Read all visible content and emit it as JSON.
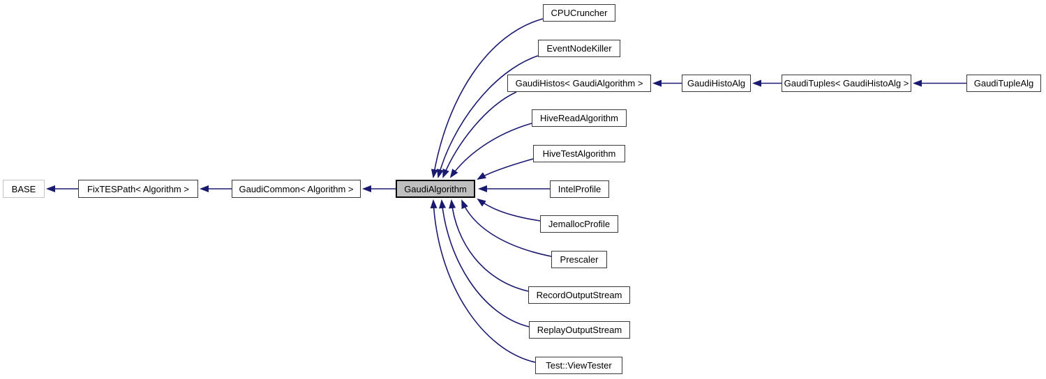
{
  "diagram": {
    "type": "class-inheritance-graph",
    "highlighted_node": "GaudiAlgorithm",
    "colors": {
      "edge": "#191970",
      "node_fill": "#ffffff",
      "node_border": "#383838",
      "highlight_fill": "#bfbfbf",
      "highlight_border": "#000000",
      "faded_border": "#c3c3c3",
      "background": "#ffffff"
    },
    "nodes": [
      {
        "id": "base",
        "label": "BASE"
      },
      {
        "id": "fixtespath",
        "label": "FixTESPath< Algorithm >"
      },
      {
        "id": "gaudicommon",
        "label": "GaudiCommon< Algorithm >"
      },
      {
        "id": "gaudialgorithm",
        "label": "GaudiAlgorithm"
      },
      {
        "id": "cpucruncher",
        "label": "CPUCruncher"
      },
      {
        "id": "eventnodekiller",
        "label": "EventNodeKiller"
      },
      {
        "id": "gaudihistos",
        "label": "GaudiHistos< GaudiAlgorithm >"
      },
      {
        "id": "gaudihistoalg",
        "label": "GaudiHistoAlg"
      },
      {
        "id": "gaudituples",
        "label": "GaudiTuples< GaudiHistoAlg >"
      },
      {
        "id": "gauditupealg",
        "label": "GaudiTupleAlg"
      },
      {
        "id": "hivereadalgorithm",
        "label": "HiveReadAlgorithm"
      },
      {
        "id": "hivetestalgorithm",
        "label": "HiveTestAlgorithm"
      },
      {
        "id": "intelprofile",
        "label": "IntelProfile"
      },
      {
        "id": "jemallocprofile",
        "label": "JemallocProfile"
      },
      {
        "id": "prescaler",
        "label": "Prescaler"
      },
      {
        "id": "recordoutputstream",
        "label": "RecordOutputStream"
      },
      {
        "id": "replayoutputstream",
        "label": "ReplayOutputStream"
      },
      {
        "id": "testviewtester",
        "label": "Test::ViewTester"
      }
    ],
    "edges": [
      {
        "from": "FixTESPath< Algorithm >",
        "to": "BASE"
      },
      {
        "from": "GaudiCommon< Algorithm >",
        "to": "FixTESPath< Algorithm >"
      },
      {
        "from": "GaudiAlgorithm",
        "to": "GaudiCommon< Algorithm >"
      },
      {
        "from": "CPUCruncher",
        "to": "GaudiAlgorithm"
      },
      {
        "from": "EventNodeKiller",
        "to": "GaudiAlgorithm"
      },
      {
        "from": "GaudiHistos< GaudiAlgorithm >",
        "to": "GaudiAlgorithm"
      },
      {
        "from": "GaudiHistoAlg",
        "to": "GaudiHistos< GaudiAlgorithm >"
      },
      {
        "from": "GaudiTuples< GaudiHistoAlg >",
        "to": "GaudiHistoAlg"
      },
      {
        "from": "GaudiTupleAlg",
        "to": "GaudiTuples< GaudiHistoAlg >"
      },
      {
        "from": "HiveReadAlgorithm",
        "to": "GaudiAlgorithm"
      },
      {
        "from": "HiveTestAlgorithm",
        "to": "GaudiAlgorithm"
      },
      {
        "from": "IntelProfile",
        "to": "GaudiAlgorithm"
      },
      {
        "from": "JemallocProfile",
        "to": "GaudiAlgorithm"
      },
      {
        "from": "Prescaler",
        "to": "GaudiAlgorithm"
      },
      {
        "from": "RecordOutputStream",
        "to": "GaudiAlgorithm"
      },
      {
        "from": "ReplayOutputStream",
        "to": "GaudiAlgorithm"
      },
      {
        "from": "Test::ViewTester",
        "to": "GaudiAlgorithm"
      }
    ]
  }
}
